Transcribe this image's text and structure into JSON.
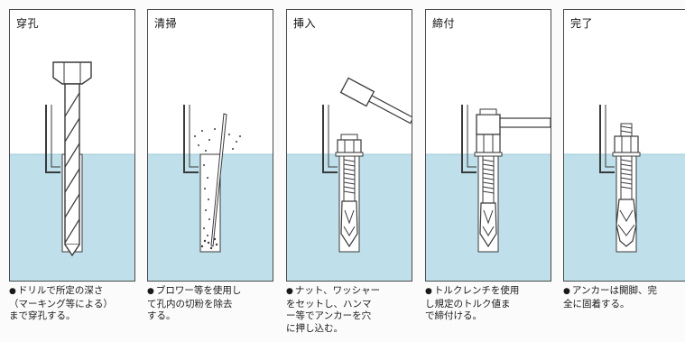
{
  "steps": [
    {
      "title": "穿孔",
      "caption": "ドリルで所定の深さ\n（マーキング等による）\nまで穿孔する。"
    },
    {
      "title": "清掃",
      "caption": "ブロワー等を使用し\nて孔内の切粉を除去\nする。"
    },
    {
      "title": "挿入",
      "caption": "ナット、ワッシャー\nをセットし、ハンマ\nー等でアンカーを穴\nに押し込む。"
    },
    {
      "title": "締付",
      "caption": "トルクレンチを使用\nし規定のトルク値ま\nで締付ける。"
    },
    {
      "title": "完了",
      "caption": "アンカーは開脚、完\n全に固着する。"
    }
  ],
  "bullet_glyph": "●",
  "colors": {
    "concrete": "#bfe0ea",
    "concrete_edge": "#9cc9d8",
    "line": "#3a3a3a",
    "border": "#4a4a4a"
  }
}
